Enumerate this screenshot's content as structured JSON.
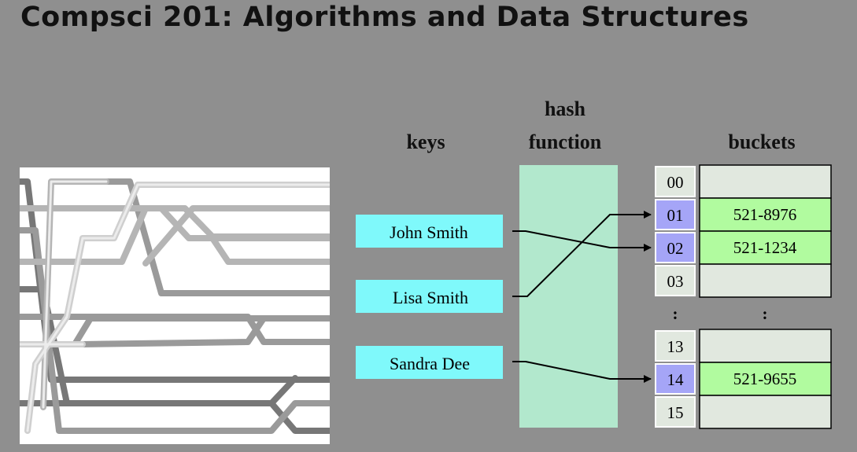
{
  "title": "Compsci 201: Algorithms and Data Structures",
  "diagram": {
    "headers": {
      "keys": "keys",
      "hash_line1": "hash",
      "hash_line2": "function",
      "buckets": "buckets"
    },
    "keys": [
      "John Smith",
      "Lisa Smith",
      "Sandra Dee"
    ],
    "bucket_indices": [
      "00",
      "01",
      "02",
      "03",
      ":",
      "13",
      "14",
      "15"
    ],
    "bucket_values": [
      "",
      "521-8976",
      "521-1234",
      "",
      ":",
      "",
      "521-9655",
      ""
    ],
    "mappings": [
      {
        "key": "John Smith",
        "bucket": "02"
      },
      {
        "key": "Lisa Smith",
        "bucket": "01"
      },
      {
        "key": "Sandra Dee",
        "bucket": "14"
      }
    ],
    "colors": {
      "key_fill": "#7ff9fb",
      "hash_fill": "#b2e8cd",
      "index_fill": "#e1e8df",
      "index_highlight": "#a5a5f7",
      "value_fill": "#e1e8df",
      "value_highlight": "#b1fb9f"
    }
  },
  "sorting_network": {
    "description_icon": "sorting-network-image"
  }
}
